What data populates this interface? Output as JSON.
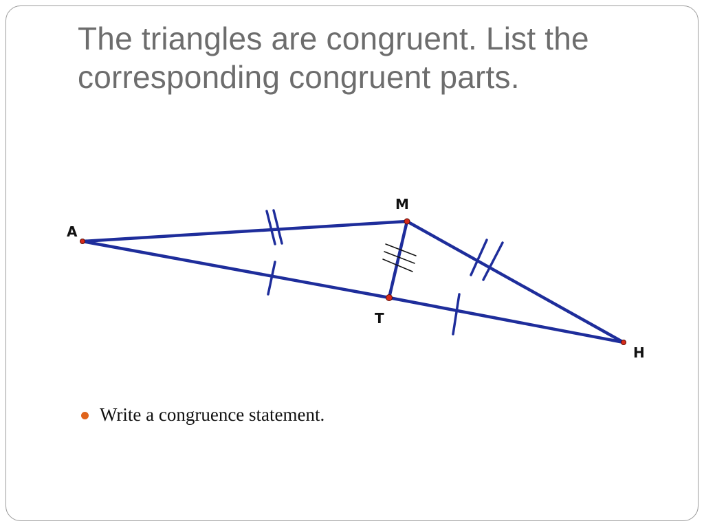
{
  "slide": {
    "title": "The triangles are congruent. List the corresponding congruent parts.",
    "bullets": [
      {
        "text": "Write a congruence statement."
      }
    ]
  },
  "diagram": {
    "vertices": {
      "A": {
        "label": "A"
      },
      "M": {
        "label": "M"
      },
      "T": {
        "label": "T"
      },
      "H": {
        "label": "H"
      }
    },
    "segments": [
      "AM",
      "MH",
      "AT",
      "TH",
      "MT"
    ],
    "congruence_marks": {
      "AM": 2,
      "MH": 2,
      "AT": 1,
      "TH": 1,
      "MT": 3
    }
  },
  "colors": {
    "line": "#1e2d9b",
    "point": "#d62a1a",
    "bullet": "#e0641c",
    "title": "#6d6d6d",
    "tick": "#111111"
  }
}
